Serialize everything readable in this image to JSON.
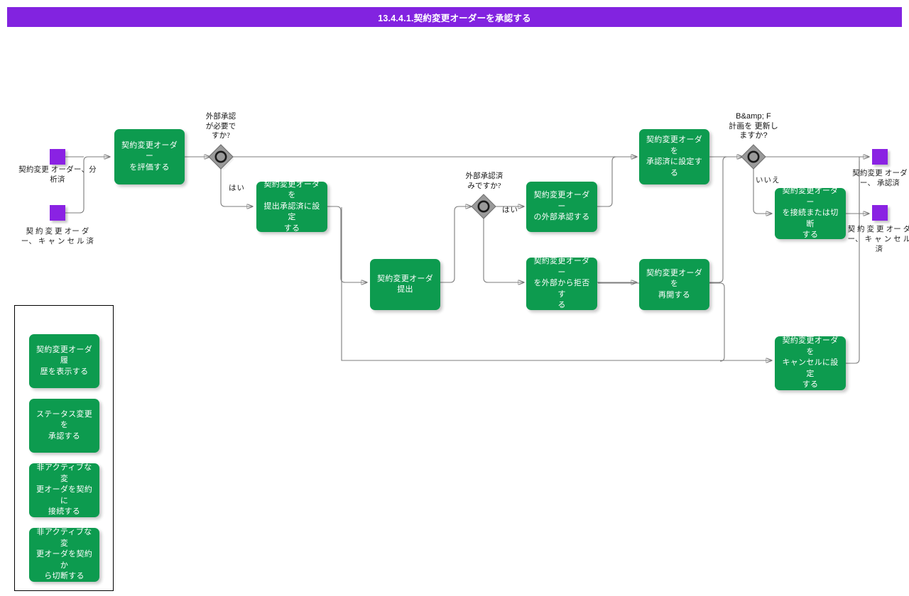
{
  "header": {
    "title": "13.4.4.1.契約変更オーダーを承認する",
    "bar_color": "#8223e0"
  },
  "palette": {
    "task_fill": "#0d9b4f",
    "event_fill": "#8a22e3",
    "gateway_fill": "#9a9a9a",
    "connector": "#7c7c7c",
    "text_on_task": "#ffffff"
  },
  "diagram": {
    "type": "bpmn-flowchart",
    "start_events": [
      {
        "id": "start-analyzed",
        "label": "契約変更 オーダー、分 析済"
      },
      {
        "id": "start-cancelled",
        "label": "契 約 変 更 オー ダー、 キ ャ ン セ ル 済"
      }
    ],
    "end_events": [
      {
        "id": "end-approved",
        "label": "契約変更 オーダー、 承認済"
      },
      {
        "id": "end-cancelled",
        "label": "契 約 変 更 オー ダー、 キ ャ ン セ ル 済"
      }
    ],
    "gateways": [
      {
        "id": "gw-external-needed",
        "label": "外部承認\nが必要で\nすか?"
      },
      {
        "id": "gw-external-done",
        "label": "外部承認済\nみですか?"
      },
      {
        "id": "gw-bf-plan-update",
        "label": "B&amp; F\n計画を 更新し\nますか?"
      }
    ],
    "edge_labels": [
      {
        "id": "edge-yes-1",
        "text": "はい"
      },
      {
        "id": "edge-yes-2",
        "text": "はい"
      },
      {
        "id": "edge-no-1",
        "text": "いいえ"
      }
    ],
    "tasks": [
      {
        "id": "task-evaluate",
        "label": "契約変更オーダー\nを評価する"
      },
      {
        "id": "task-set-submitted",
        "label": "契約変更オーダを\n提出承認済に設定\nする"
      },
      {
        "id": "task-submit",
        "label": "契約変更オーダ\n提出"
      },
      {
        "id": "task-external-approve",
        "label": "契約変更オーダー\nの外部承認する"
      },
      {
        "id": "task-external-reject",
        "label": "契約変更オーダー\nを外部から拒否す\nる"
      },
      {
        "id": "task-set-approved",
        "label": "契約変更オーダを\n承認済に設定する"
      },
      {
        "id": "task-reopen",
        "label": "契約変更オーダを\n再開する"
      },
      {
        "id": "task-connect-discon",
        "label": "契約変更オーダー\nを接続または切断\nする"
      },
      {
        "id": "task-set-cancel",
        "label": "契約変更オーダを\nキャンセルに設定\nする"
      }
    ],
    "legend": {
      "id": "legend-pool",
      "tasks": [
        {
          "id": "legend-task-history",
          "label": "契約変更オーダ履\n歴を表示する"
        },
        {
          "id": "legend-task-approve",
          "label": "ステータス変更を\n承認する"
        },
        {
          "id": "legend-task-connect",
          "label": "非アクティブな変\n更オーダを契約に\n接続する"
        },
        {
          "id": "legend-task-disconnect",
          "label": "非アクティブな変\n更オーダを契約か\nら切断する"
        }
      ]
    }
  }
}
